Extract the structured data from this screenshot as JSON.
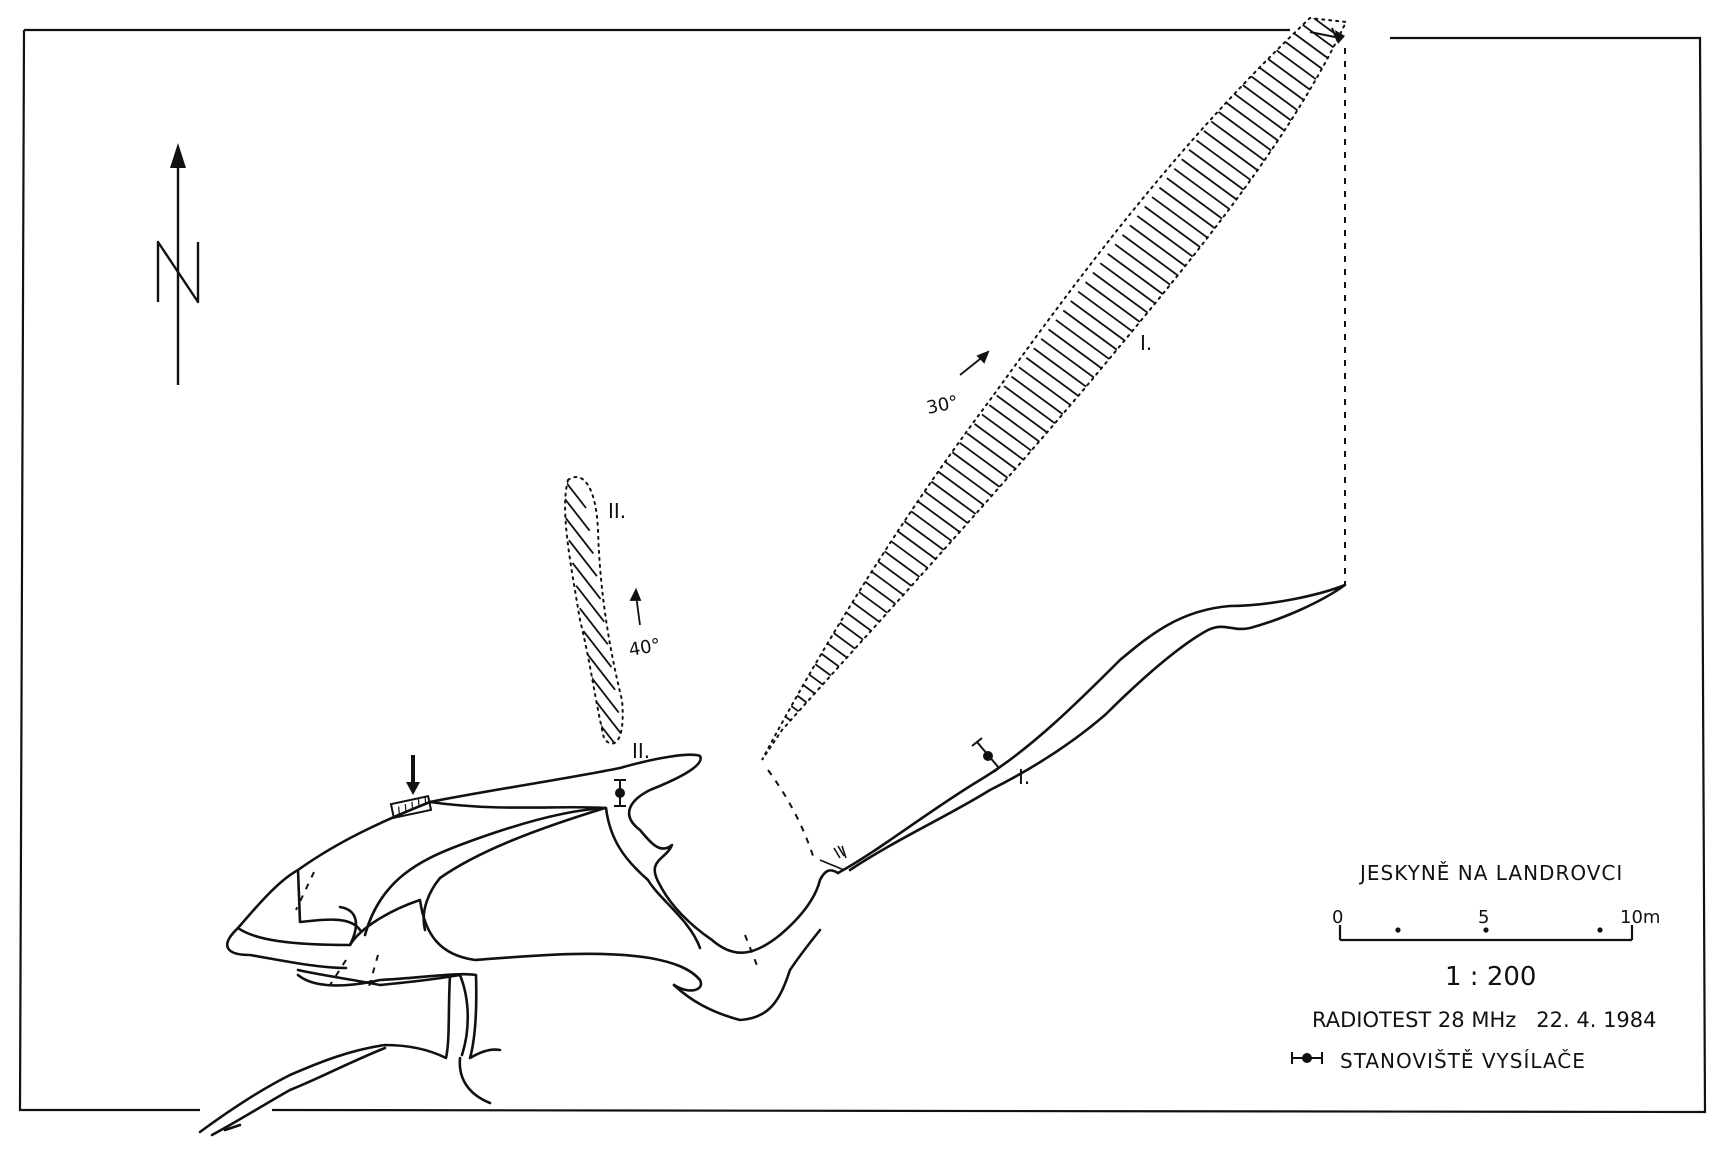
{
  "legend": {
    "title": "JESKYNĚ NA LANDROVCI",
    "scale_labels": [
      "0",
      "5",
      "10m"
    ],
    "ratio": "1 : 200",
    "test_info": "RADIOTEST 28 MHz   22. 4. 1984",
    "station_label": "STANOVIŠTĚ VYSÍLAČE"
  },
  "north": {
    "label": "N"
  },
  "zones": [
    {
      "label": "I.",
      "angle_label": "30°"
    },
    {
      "label": "II.",
      "angle_label": "40°"
    }
  ],
  "stations": [
    {
      "label": "I."
    },
    {
      "label": "II."
    }
  ],
  "colors": {
    "ink": "#111111",
    "paper": "#ffffff"
  }
}
